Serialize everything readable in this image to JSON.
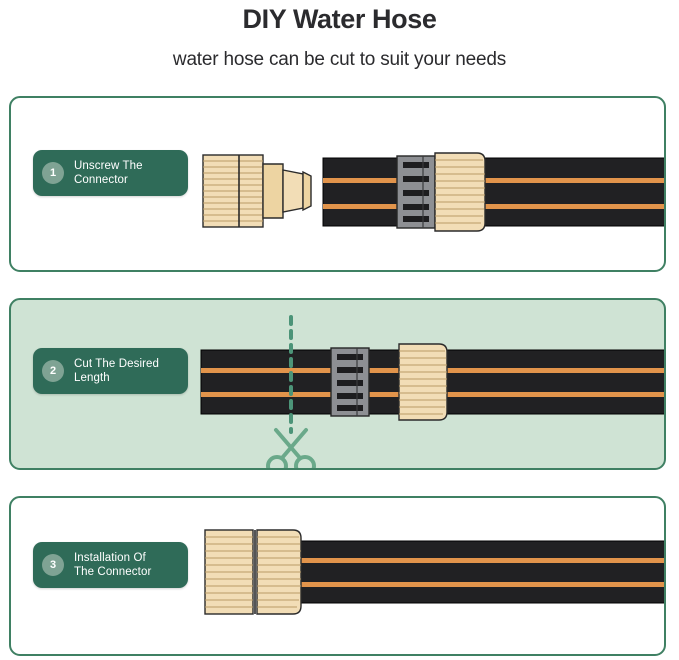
{
  "header": {
    "title": "DIY Water Hose",
    "subtitle": "water hose can be cut to suit your needs"
  },
  "colors": {
    "card_border": "#3f8063",
    "card_highlight_fill": "#cfe3d4",
    "pill_background": "#2f6b58",
    "badge_background": "#7fa394",
    "pill_text": "#ffffff",
    "hose_body": "#212123",
    "hose_stripe": "#e2944b",
    "connector_tan": "#f2ddb6",
    "clamp_gray": "#8d8f93",
    "scissors_green": "#6aa98a",
    "title_text": "#2b2b2e"
  },
  "steps": [
    {
      "number": "1",
      "label": "Unscrew The\nConnector",
      "label_line1": "Unscrew The",
      "label_line2": "Connector",
      "highlighted": false,
      "illustration": "detached-connector-and-hose-with-clamp"
    },
    {
      "number": "2",
      "label": "Cut The Desired\nLength",
      "label_line1": "Cut The Desired",
      "label_line2": "Length",
      "highlighted": true,
      "illustration": "hose-with-cut-line-and-scissors"
    },
    {
      "number": "3",
      "label": "Installation Of\nThe Connector",
      "label_line1": "Installation Of",
      "label_line2": "The Connector",
      "highlighted": false,
      "illustration": "connector-attached-to-hose"
    }
  ],
  "icons": {
    "scissors": "scissors-icon",
    "cut_line": "dashed-cut-line"
  }
}
